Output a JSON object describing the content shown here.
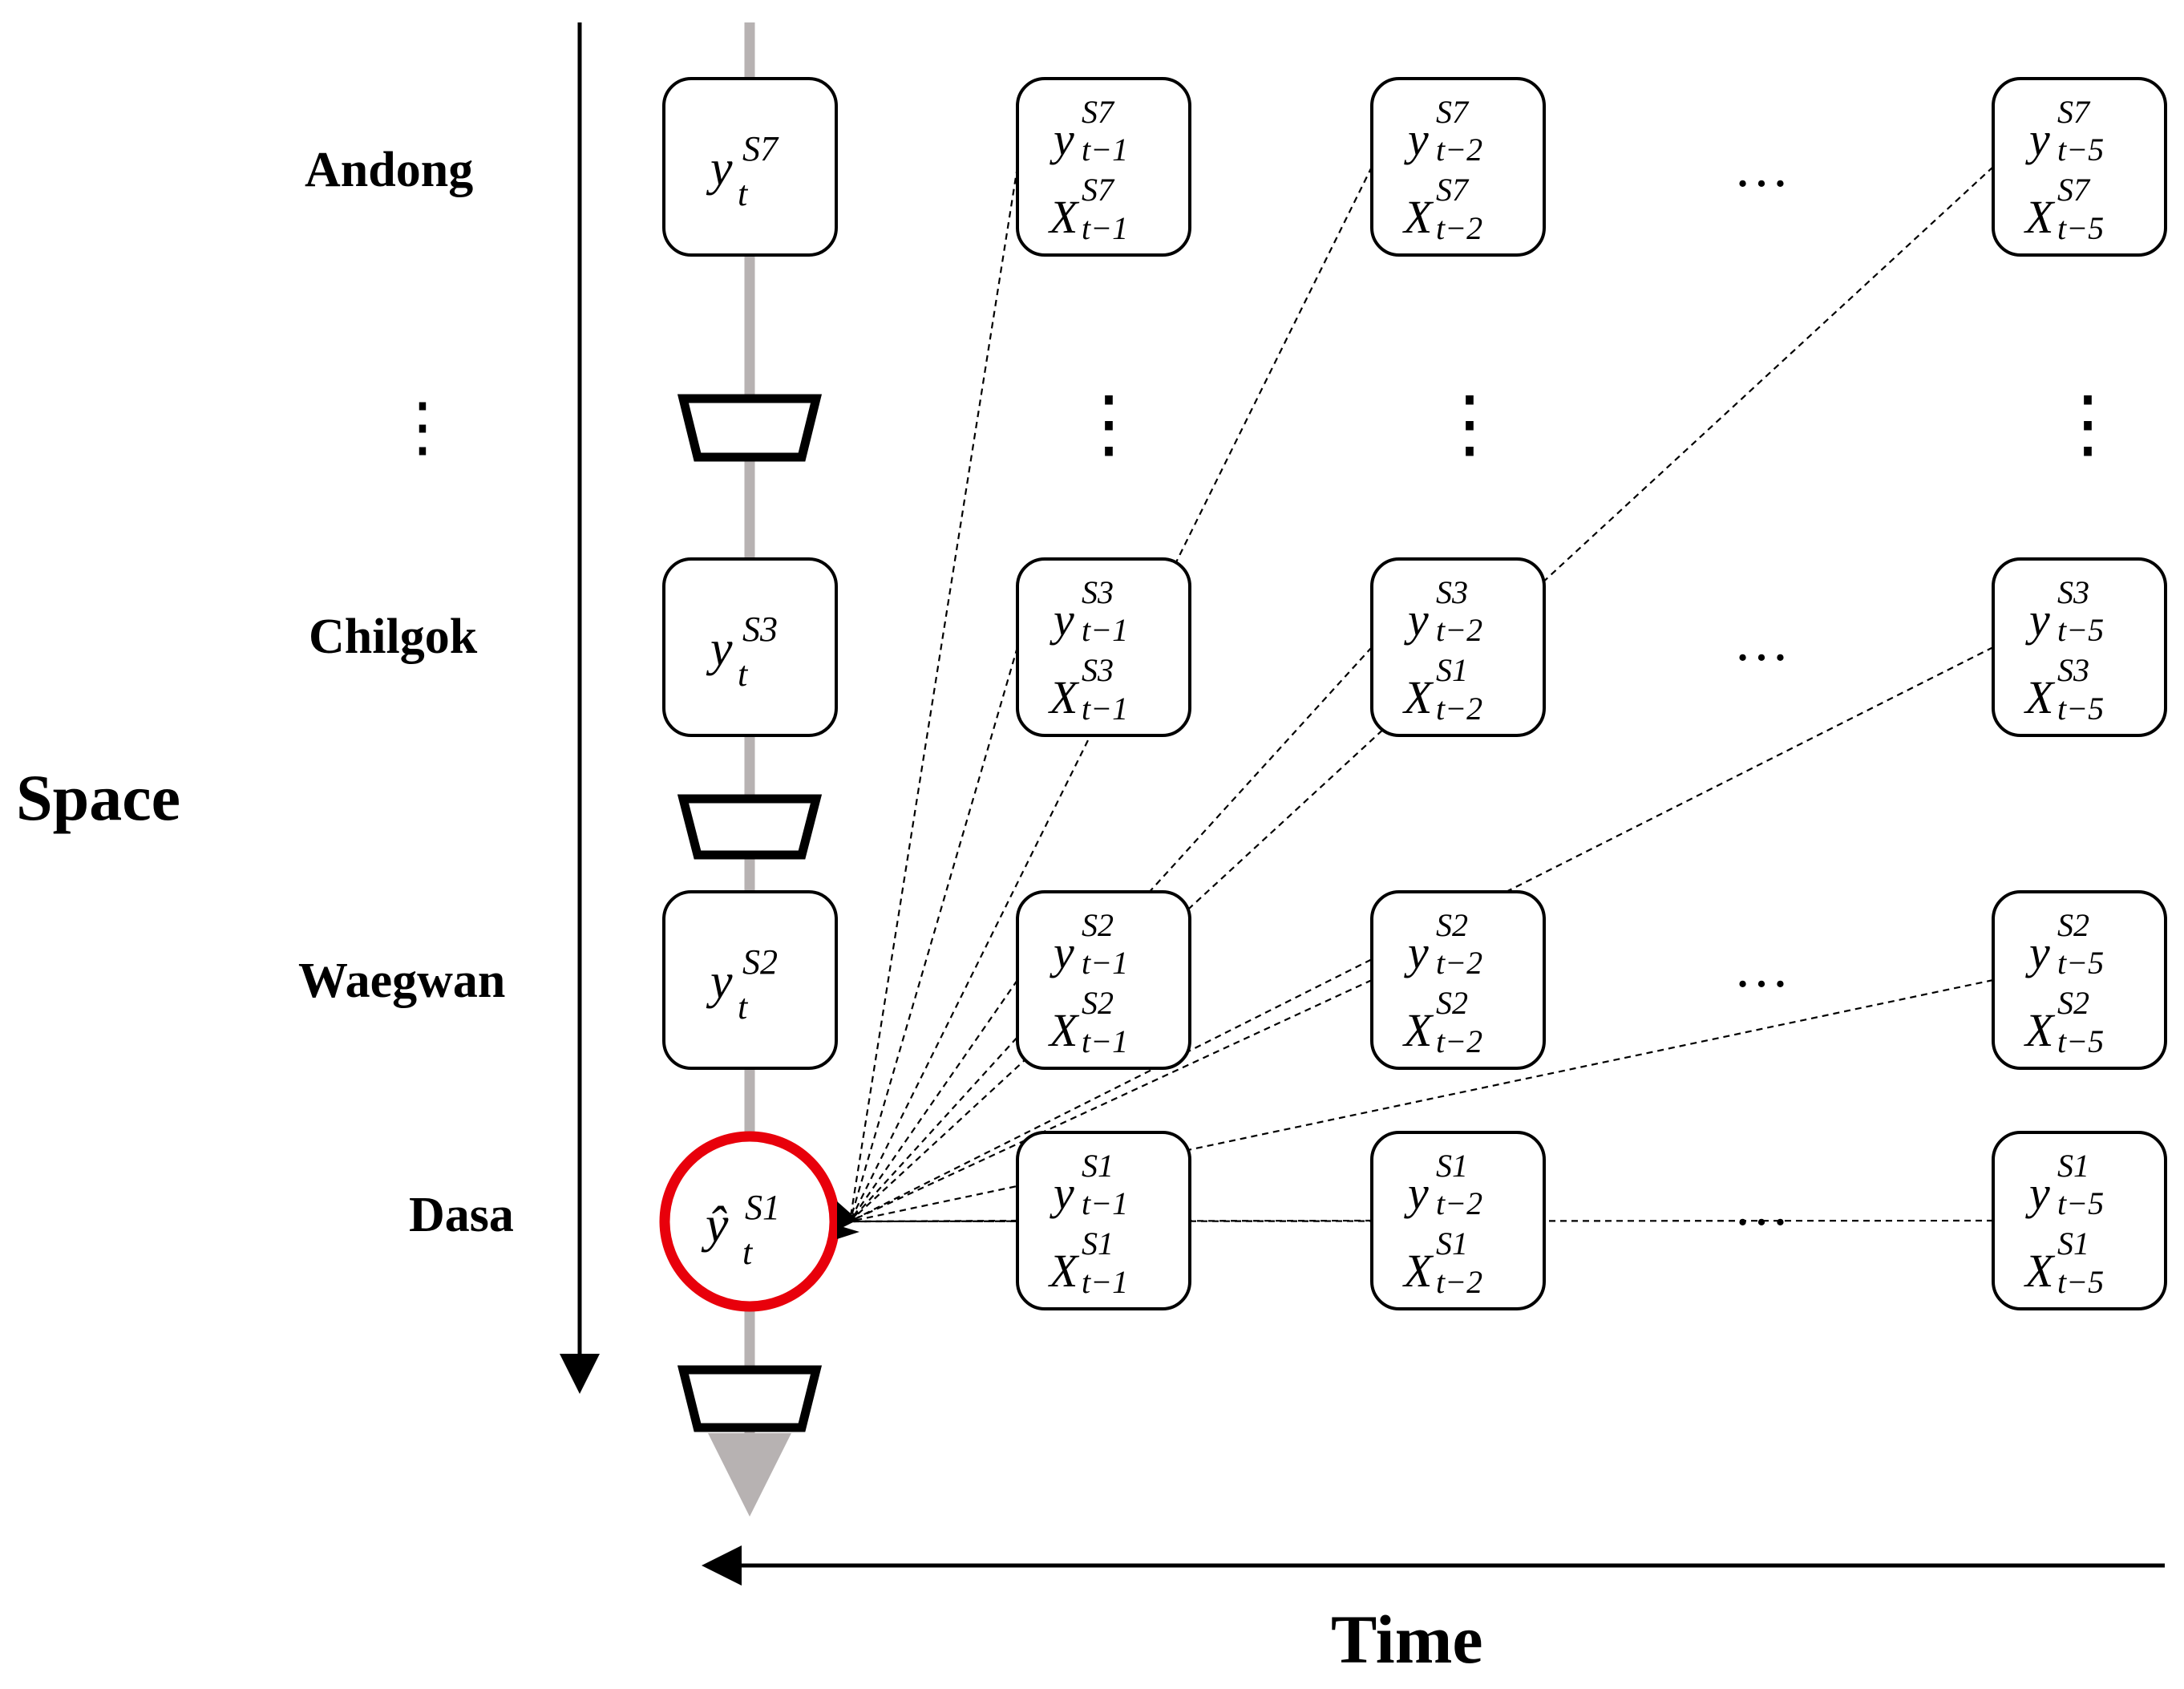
{
  "axis": {
    "space_label": "Space",
    "time_label": "Time"
  },
  "stations": [
    {
      "id": "andong",
      "name": "Andong",
      "code": "S7"
    },
    {
      "id": "chilgok",
      "name": "Chilgok",
      "code": "S3"
    },
    {
      "id": "waegwan",
      "name": "Waegwan",
      "code": "S2"
    },
    {
      "id": "dasa",
      "name": "Dasa",
      "code": "S1"
    }
  ],
  "vertical_ellipsis": "⋮",
  "horizontal_ellipsis": "…",
  "target": {
    "var": "ŷ",
    "sub": "t",
    "sup": "S1"
  },
  "current_nodes": [
    {
      "var": "y",
      "sub": "t",
      "sup": "S7"
    },
    {
      "var": "y",
      "sub": "t",
      "sup": "S3"
    },
    {
      "var": "y",
      "sub": "t",
      "sup": "S2"
    }
  ],
  "lag_columns": [
    {
      "lag": "t−1",
      "rows": [
        {
          "y_sup": "S7",
          "x_sup": "S7"
        },
        {
          "y_sup": "S3",
          "x_sup": "S3"
        },
        {
          "y_sup": "S2",
          "x_sup": "S2"
        },
        {
          "y_sup": "S1",
          "x_sup": "S1"
        }
      ]
    },
    {
      "lag": "t−2",
      "rows": [
        {
          "y_sup": "S7",
          "x_sup": "S7"
        },
        {
          "y_sup": "S3",
          "x_sup": "S1"
        },
        {
          "y_sup": "S2",
          "x_sup": "S2"
        },
        {
          "y_sup": "S1",
          "x_sup": "S1"
        }
      ]
    },
    {
      "lag": "t−5",
      "rows": [
        {
          "y_sup": "S7",
          "x_sup": "S7"
        },
        {
          "y_sup": "S3",
          "x_sup": "S3"
        },
        {
          "y_sup": "S2",
          "x_sup": "S2"
        },
        {
          "y_sup": "S1",
          "x_sup": "S1"
        }
      ]
    }
  ],
  "colors": {
    "target_circle": "#e8000b",
    "river_line": "#b7b2b2",
    "stroke": "#000000"
  },
  "icons": [
    "dam-trapezoid-icon",
    "dam-trapezoid-icon",
    "dam-trapezoid-icon"
  ]
}
